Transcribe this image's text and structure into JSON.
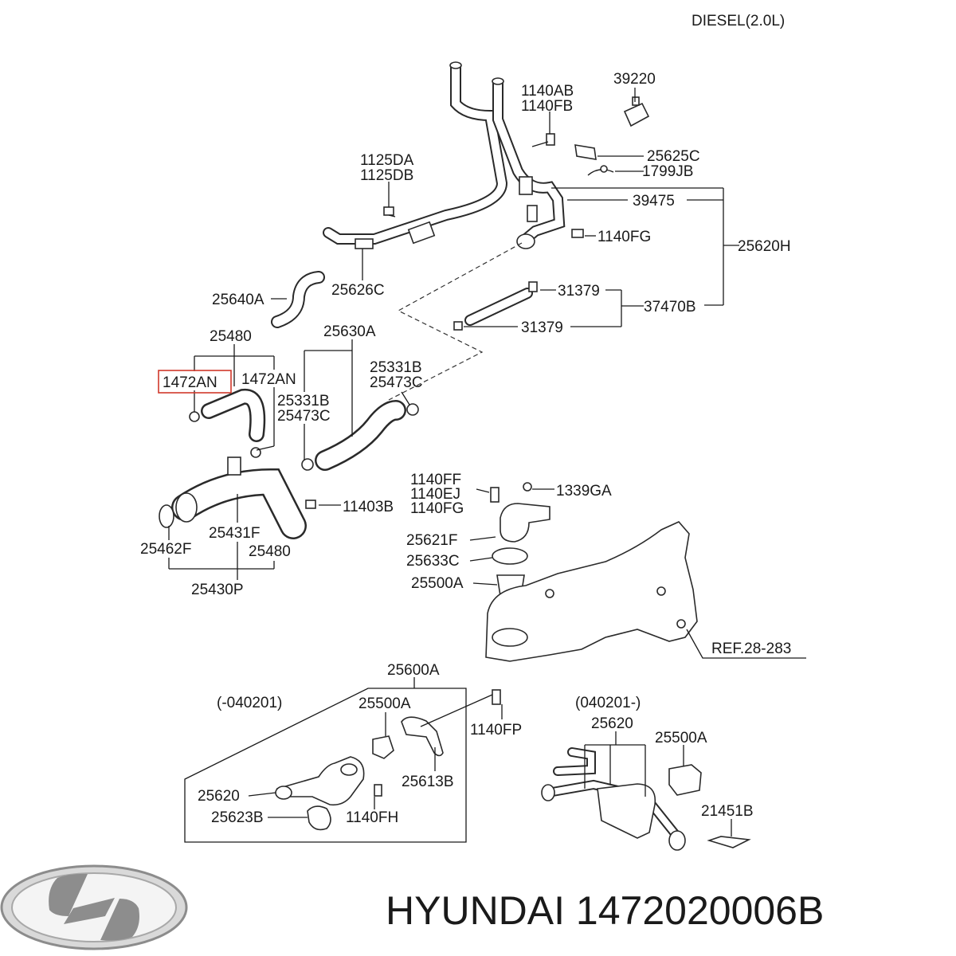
{
  "header": {
    "engine": "DIESEL(2.0L)"
  },
  "labels": {
    "p1140AB": "1140AB",
    "p1140FB": "1140FB",
    "p39220": "39220",
    "p25625C": "25625C",
    "p1799JB": "1799JB",
    "p1125DA": "1125DA",
    "p1125DB": "1125DB",
    "p39475": "39475",
    "p1140FG": "1140FG",
    "p25620H": "25620H",
    "p25640A": "25640A",
    "p25626C": "25626C",
    "p31379a": "31379",
    "p31379b": "31379",
    "p37470B": "37470B",
    "p25480a": "25480",
    "p25630A": "25630A",
    "p1472ANa": "1472AN",
    "p1472ANb": "1472AN",
    "p25331Ba": "25331B",
    "p25473Ca": "25473C",
    "p25331Bb": "25331B",
    "p25473Cb": "25473C",
    "p1140FF": "1140FF",
    "p1140EJ": "1140EJ",
    "p1140FGb": "1140FG",
    "p1339GA": "1339GA",
    "p11403B": "11403B",
    "p25621F": "25621F",
    "p25633C": "25633C",
    "p25500Aa": "25500A",
    "p25431F": "25431F",
    "p25462F": "25462F",
    "p25480b": "25480",
    "p25430P": "25430P",
    "pREF": "REF.28-283",
    "p25600A": "25600A",
    "range1": "(-040201)",
    "range2": "(040201-)",
    "p25500Ab": "25500A",
    "p1140FP": "1140FP",
    "p25613B": "25613B",
    "p25620a": "25620",
    "p25623B": "25623B",
    "p1140FH": "1140FH",
    "p25620b": "25620",
    "p25500Ac": "25500A",
    "p21451B": "21451B"
  },
  "footer": {
    "brand_part": "HYUNDAI 1472020006B"
  },
  "colors": {
    "highlight": "#d0392b",
    "ink": "#1a1a1a"
  },
  "icons": {
    "logo": "hyundai-logo"
  }
}
